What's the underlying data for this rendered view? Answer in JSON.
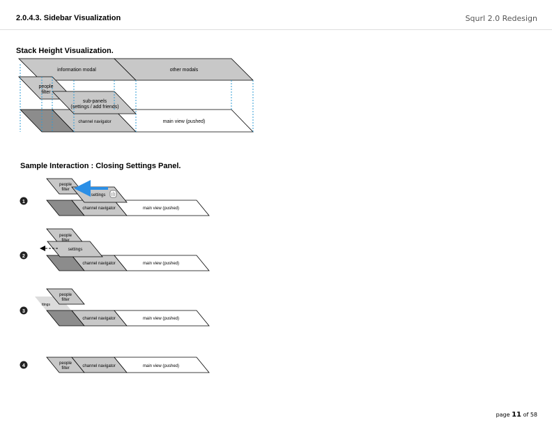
{
  "header": {
    "section_title": "2.0.4.3. Sidebar Visualization",
    "doc_title": "Squrl 2.0 Redesign"
  },
  "stack_section": {
    "title": "Stack Height Visualization.",
    "labels": {
      "information_modal": "information modal",
      "other_modals": "other modals",
      "people_filter_1": "people",
      "people_filter_2": "filter",
      "subpanels_1": "sub-panels",
      "subpanels_2": "(settings / add friends)",
      "channel_navigator": "channel navigator",
      "main_view": "main view (pushed)"
    }
  },
  "interaction_section": {
    "title": "Sample Interaction : Closing Settings Panel.",
    "steps": [
      {
        "number": "1",
        "people_1": "people",
        "people_2": "filter",
        "settings": "settings",
        "channel_navigator": "channel navigator",
        "main_view": "main view (pushed)"
      },
      {
        "number": "2",
        "people_1": "people",
        "people_2": "filter",
        "settings": "settings",
        "channel_navigator": "channel navigator",
        "main_view": "main view (pushed)"
      },
      {
        "number": "3",
        "people_1": "people",
        "people_2": "filter",
        "settings": "ttings",
        "channel_navigator": "channel navigator",
        "main_view": "main view (pushed)"
      },
      {
        "number": "4",
        "people_1": "people",
        "people_2": "filter",
        "channel_navigator": "channel navigator",
        "main_view": "main view (pushed)"
      }
    ]
  },
  "footer": {
    "prefix": "page",
    "page": "11",
    "of_total": "of 58"
  },
  "colors": {
    "panel_gray": "#c8c8c8",
    "dark_gray": "#8c8c8c",
    "guide_blue": "#2e9bd6",
    "arrow_blue": "#2b8fe6"
  }
}
